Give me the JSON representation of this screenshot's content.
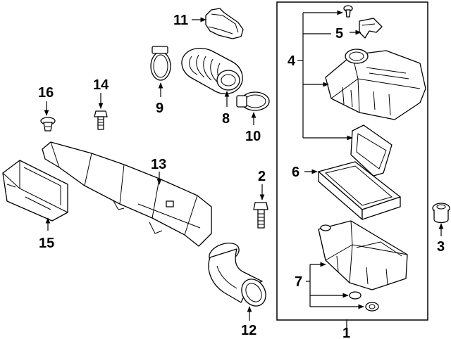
{
  "diagram": {
    "callouts": {
      "c1": "1",
      "c2": "2",
      "c3": "3",
      "c4": "4",
      "c5": "5",
      "c6": "6",
      "c7": "7",
      "c8": "8",
      "c9": "9",
      "c10": "10",
      "c11": "11",
      "c12": "12",
      "c13": "13",
      "c14": "14",
      "c15": "15",
      "c16": "16"
    },
    "parts": [
      {
        "callout": "1",
        "name": "air-cleaner-assembly-frame"
      },
      {
        "callout": "2",
        "name": "bolt"
      },
      {
        "callout": "3",
        "name": "grommet"
      },
      {
        "callout": "4",
        "name": "upper-cover-assembly"
      },
      {
        "callout": "5",
        "name": "clip"
      },
      {
        "callout": "6",
        "name": "air-filter-element"
      },
      {
        "callout": "7",
        "name": "lower-housing-assembly"
      },
      {
        "callout": "8",
        "name": "intake-hose"
      },
      {
        "callout": "9",
        "name": "hose-clamp"
      },
      {
        "callout": "10",
        "name": "hose-clamp"
      },
      {
        "callout": "11",
        "name": "resonator"
      },
      {
        "callout": "12",
        "name": "inlet-duct"
      },
      {
        "callout": "13",
        "name": "inlet-duct-assembly"
      },
      {
        "callout": "14",
        "name": "bolt"
      },
      {
        "callout": "15",
        "name": "air-inlet-box"
      },
      {
        "callout": "16",
        "name": "push-pin-clip"
      }
    ]
  }
}
